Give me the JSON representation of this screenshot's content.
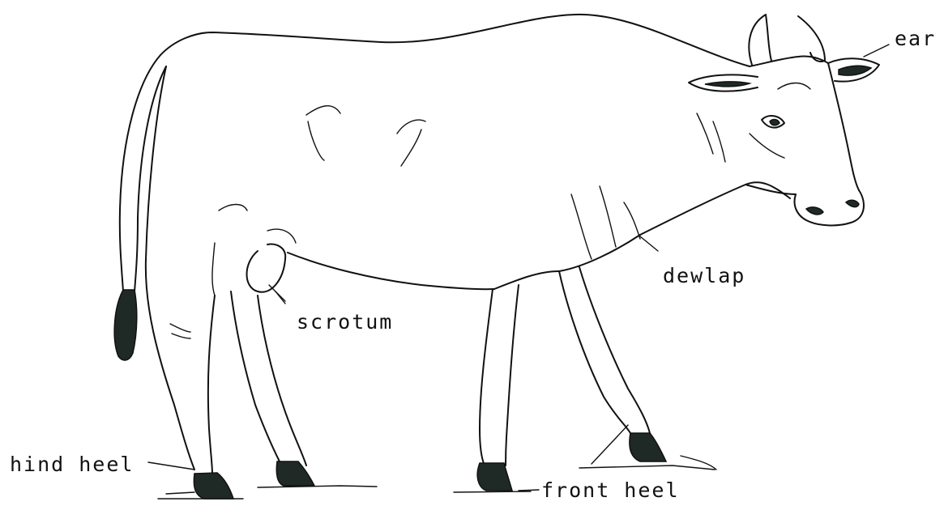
{
  "labels": {
    "ear": "ear",
    "dewlap": "dewlap",
    "scrotum": "scrotum",
    "hind_heel": "hind heel",
    "front_heel": "front heel"
  },
  "colors": {
    "line": "#111111",
    "fill_dark": "#1f2a27",
    "background": "#ffffff"
  }
}
